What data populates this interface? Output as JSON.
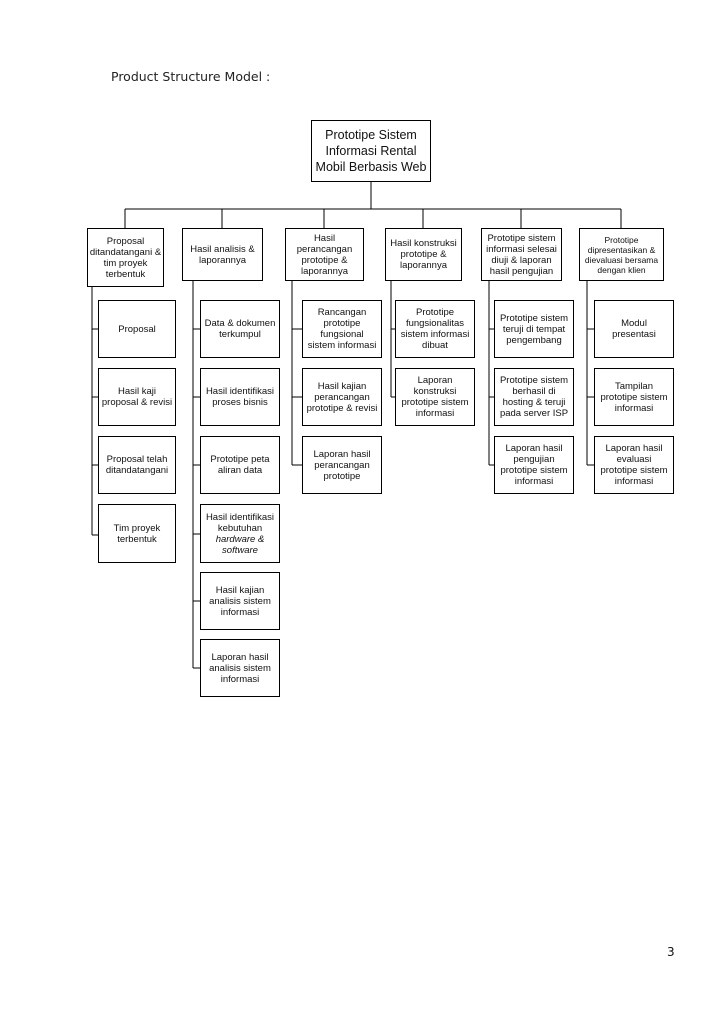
{
  "heading": "Product Structure Model :",
  "page_number": "3",
  "root": {
    "lines": [
      "Prototipe Sistem",
      "Informasi Rental",
      "Mobil Berbasis Web"
    ]
  },
  "branches": [
    {
      "lines": [
        "Proposal",
        "ditandatangani &",
        "tim proyek",
        "terbentuk"
      ],
      "children": [
        {
          "lines": [
            "Proposal"
          ]
        },
        {
          "lines": [
            "Hasil kaji",
            "proposal & revisi"
          ]
        },
        {
          "lines": [
            "Proposal telah",
            "ditandatangani"
          ]
        },
        {
          "lines": [
            "Tim proyek",
            "terbentuk"
          ]
        }
      ]
    },
    {
      "lines": [
        "Hasil analisis &",
        "laporannya"
      ],
      "children": [
        {
          "lines": [
            "Data & dokumen",
            "terkumpul"
          ]
        },
        {
          "lines": [
            "Hasil identifikasi",
            "proses bisnis"
          ]
        },
        {
          "lines": [
            "Prototipe peta",
            "aliran data"
          ]
        },
        {
          "lines": [
            "Hasil identifikasi",
            "kebutuhan",
            "hardware &",
            "software"
          ]
        },
        {
          "lines": [
            "Hasil kajian",
            "analisis sistem",
            "informasi"
          ]
        },
        {
          "lines": [
            "Laporan hasil",
            "analisis sistem",
            "informasi"
          ]
        }
      ]
    },
    {
      "lines": [
        "Hasil",
        "perancangan",
        "prototipe &",
        "laporannya"
      ],
      "children": [
        {
          "lines": [
            "Rancangan",
            "prototipe",
            "fungsional",
            "sistem informasi"
          ]
        },
        {
          "lines": [
            "Hasil kajian",
            "perancangan",
            "prototipe & revisi"
          ]
        },
        {
          "lines": [
            "Laporan hasil",
            "perancangan",
            "prototipe"
          ]
        }
      ]
    },
    {
      "lines": [
        "Hasil konstruksi",
        "prototipe &",
        "laporannya"
      ],
      "children": [
        {
          "lines": [
            "Prototipe",
            "fungsionalitas",
            "sistem informasi",
            "dibuat"
          ]
        },
        {
          "lines": [
            "Laporan",
            "konstruksi",
            "prototipe sistem",
            "informasi"
          ]
        }
      ]
    },
    {
      "lines": [
        "Prototipe sistem",
        "informasi selesai",
        "diuji & laporan",
        "hasil pengujian"
      ],
      "children": [
        {
          "lines": [
            "Prototipe sistem",
            "teruji di tempat",
            "pengembang"
          ]
        },
        {
          "lines": [
            "Prototipe sistem",
            "berhasil di",
            "hosting & teruji",
            "pada server ISP"
          ]
        },
        {
          "lines": [
            "Laporan hasil",
            "pengujian",
            "prototipe sistem",
            "informasi"
          ]
        }
      ]
    },
    {
      "lines": [
        "Prototipe",
        "dipresentasikan &",
        "dievaluasi bersama",
        "dengan klien"
      ],
      "children": [
        {
          "lines": [
            "Modul",
            "presentasi"
          ]
        },
        {
          "lines": [
            "Tampilan",
            "prototipe sistem",
            "informasi"
          ]
        },
        {
          "lines": [
            "Laporan hasil",
            "evaluasi",
            "prototipe sistem",
            "informasi"
          ]
        }
      ]
    }
  ]
}
